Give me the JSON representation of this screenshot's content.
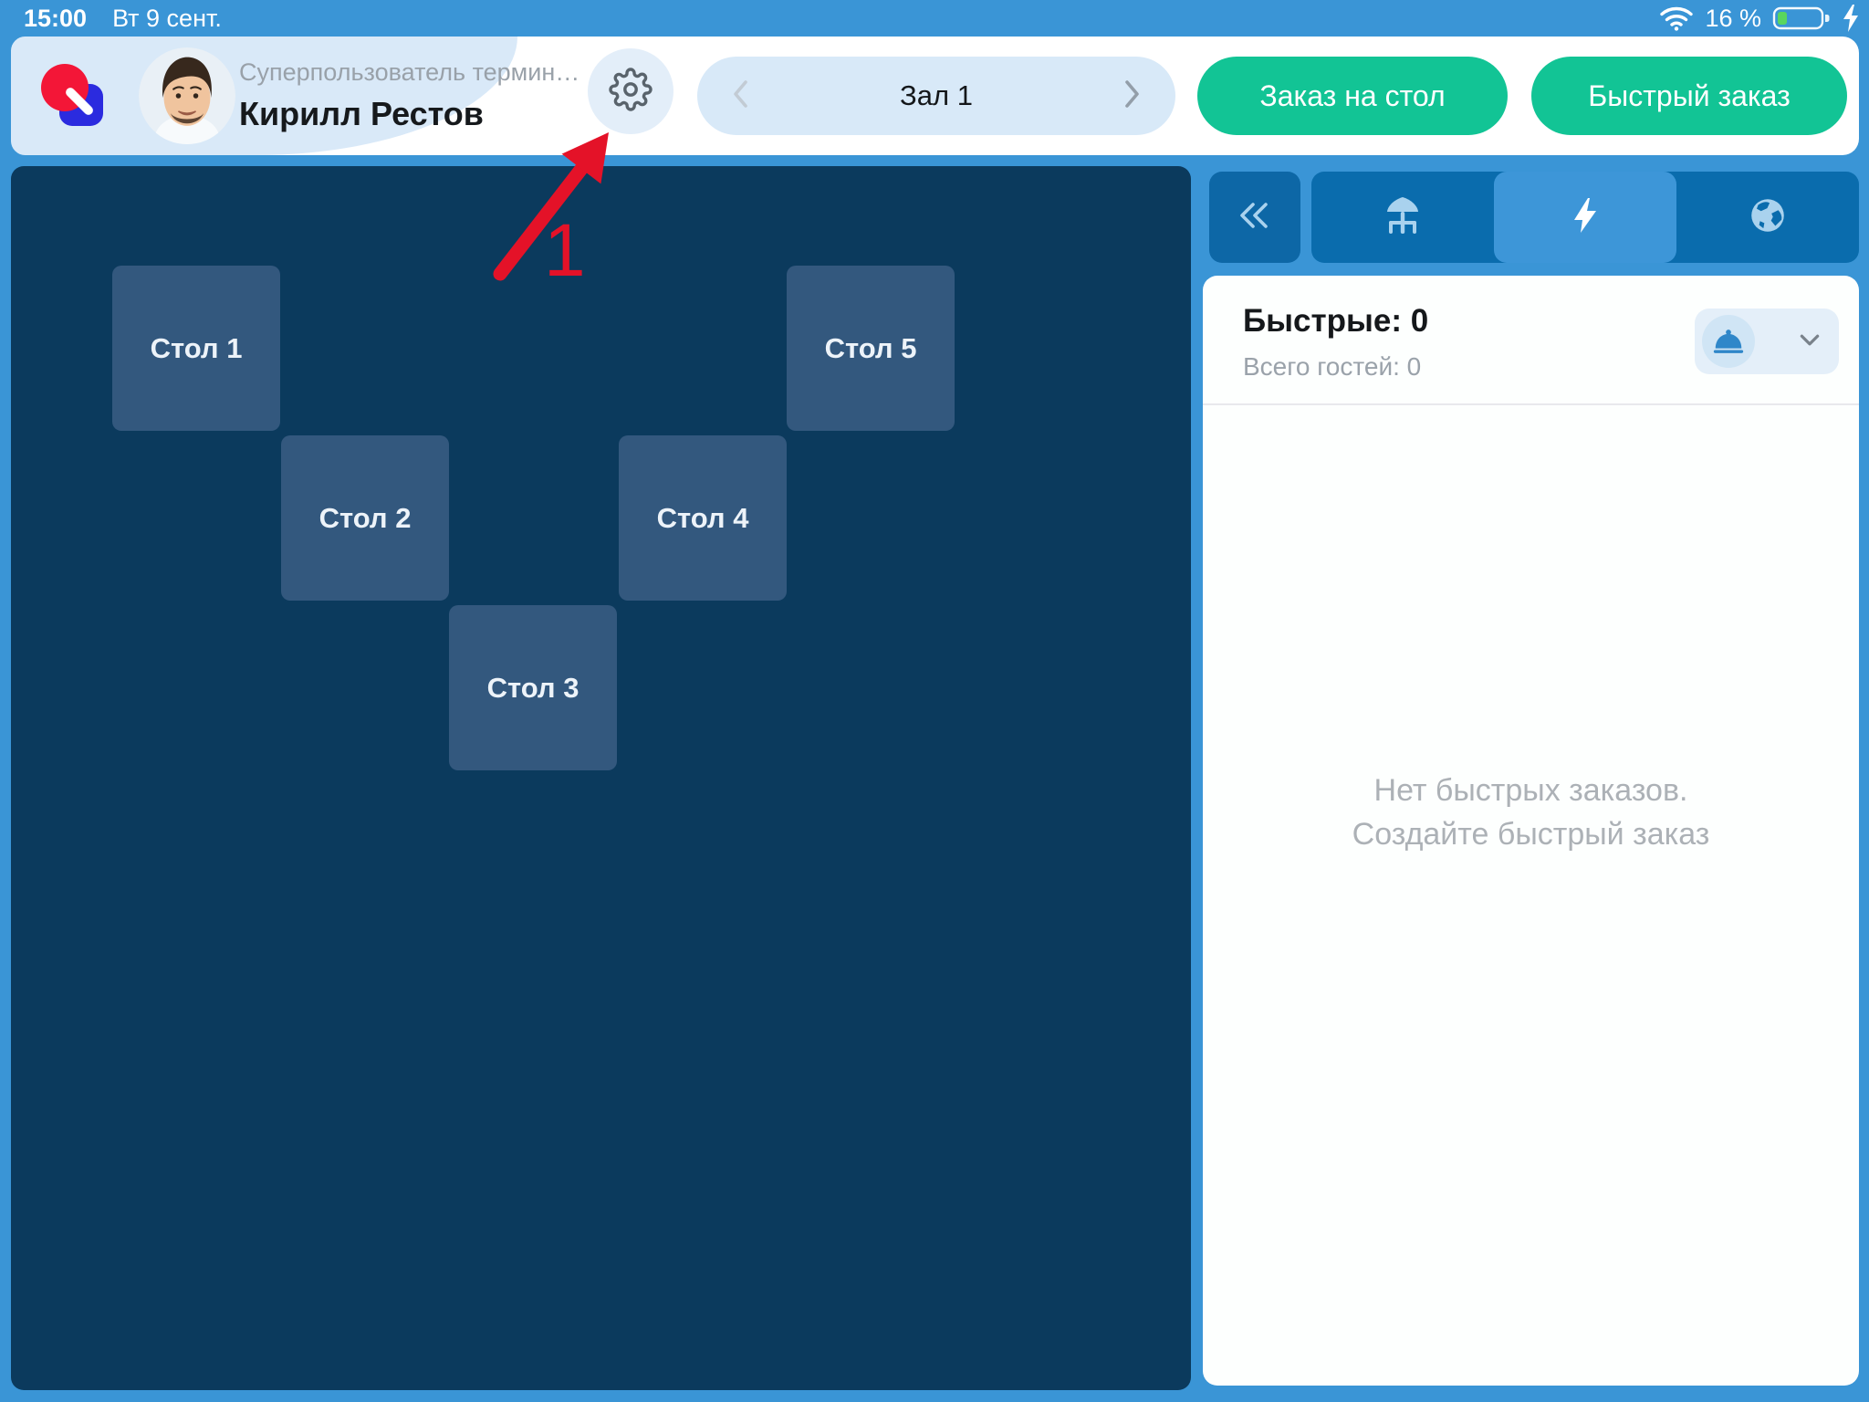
{
  "status_bar": {
    "time": "15:00",
    "date": "Вт 9 сент.",
    "battery_level": "16 %"
  },
  "header": {
    "user_role": "Суперпользователь термин…",
    "user_name": "Кирилл Рестов",
    "hall": "Зал 1",
    "order_on_table_button": "Заказ на стол",
    "fast_order_button": "Быстрый заказ"
  },
  "floor_plan": {
    "tables": [
      {
        "label": "Стол 1"
      },
      {
        "label": "Стол 2"
      },
      {
        "label": "Стол 3"
      },
      {
        "label": "Стол 4"
      },
      {
        "label": "Стол 5"
      }
    ]
  },
  "annotation": {
    "step": "1"
  },
  "fast_orders_panel": {
    "title": "Быстрые: 0",
    "guests_total": "Всего гостей: 0",
    "empty_line1": "Нет быстрых заказов.",
    "empty_line2": "Создайте быстрый заказ"
  },
  "icons": {
    "logo": "app-logo",
    "avatar": "user-avatar",
    "settings": "gear-icon",
    "hall_prev": "chevron-left-icon",
    "hall_next": "chevron-right-icon",
    "wifi": "wifi-icon",
    "battery": "battery-icon",
    "charging": "charging-bolt-icon",
    "collapse": "double-chevron-left-icon",
    "tab_terrace": "terrace-table-icon",
    "tab_fast_orders": "lightning-icon",
    "tab_delivery": "globe-icon",
    "orders_toggle": "cloche-icon",
    "orders_toggle_chevron": "chevron-down-icon",
    "annotation_arrow": "red-arrow-icon"
  },
  "colors": {
    "frame_blue": "#3A95D6",
    "floor_navy": "#0B3A5D",
    "table_slate": "#33587E",
    "accent_green": "#12C495",
    "light_blue": "#D9E9F8",
    "tab_bar_blue": "#0A6CAD",
    "selected_tab_blue": "#3D96D8",
    "annotation_red": "#E41228"
  }
}
